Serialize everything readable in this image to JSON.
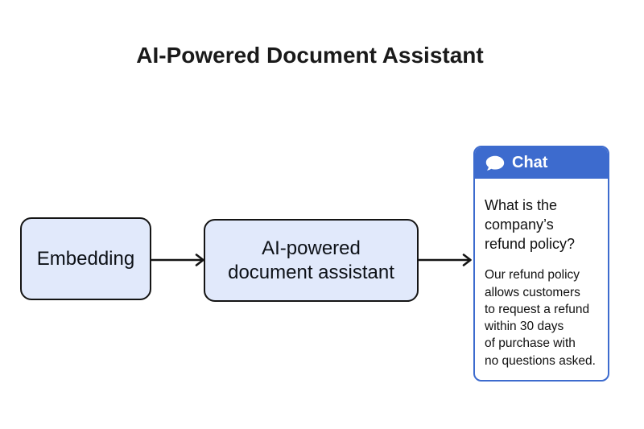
{
  "title": "AI-Powered Document Assistant",
  "flow": {
    "embedding_label": "Embedding",
    "assistant_label_lines": [
      "AI-powered",
      "document assistant"
    ]
  },
  "chat": {
    "header_title": "Chat",
    "icon": "speech-bubble-icon",
    "question_lines": [
      "What is the",
      "company’s",
      "refund policy?"
    ],
    "answer_lines": [
      "Our refund policy",
      "allows customers",
      "to request a refund",
      "within 30 days",
      "of purchase with",
      "no questions asked."
    ]
  },
  "colors": {
    "page_bg": "#ffffff",
    "title_text": "#1a1a1a",
    "node_fill": "#e1e9fb",
    "node_border": "#141414",
    "arrow": "#141414",
    "chat_blue": "#3d6bce",
    "chat_bg": "#ffffff",
    "chat_header_text": "#ffffff",
    "body_text": "#111111"
  }
}
